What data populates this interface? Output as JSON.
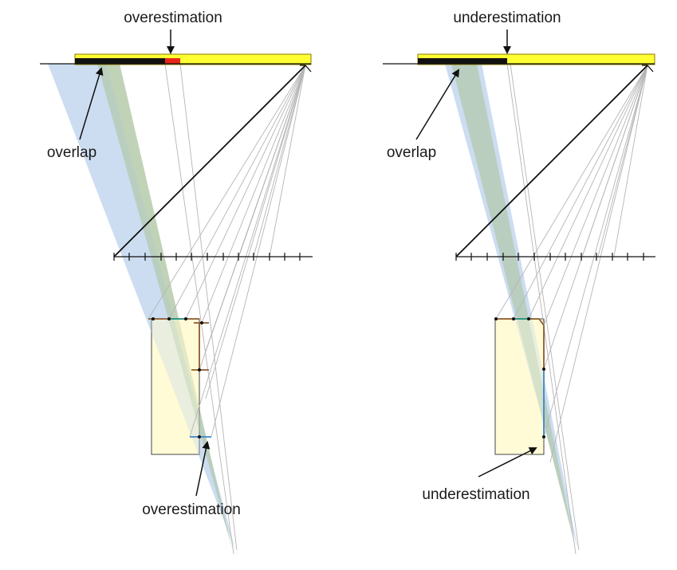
{
  "left_panel": {
    "top_label": "overestimation",
    "overlap_label": "overlap",
    "bottom_label": "overestimation"
  },
  "right_panel": {
    "top_label": "underestimation",
    "overlap_label": "overlap",
    "bottom_label": "underestimation"
  },
  "colors": {
    "bar": "#ffff33",
    "bar_outline": "#8a7a00",
    "shadow_segment": "#111111",
    "overestimate_segment": "#e8261c",
    "blue_beam": "#c3d6ef",
    "green_beam": "#b8ccae",
    "box_fill": "#fffbd6",
    "ray": "#b5b5b5",
    "brown_step": "#8b5a2b",
    "teal_step": "#1a8a7a",
    "blue_step": "#3f86c8"
  }
}
